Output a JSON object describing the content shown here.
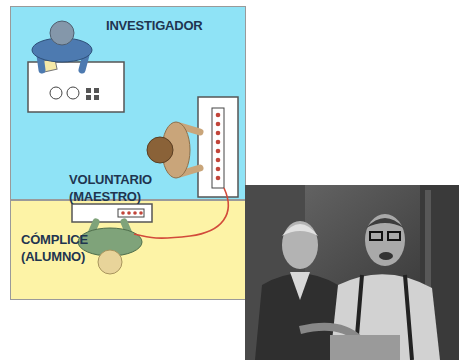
{
  "diagram": {
    "nodes": [
      {
        "text": [
          "INVESTIGADOR",
          "VOLUNTARIO (MAESTRO)"
        ]
      },
      {
        "text": [
          "CÓMPLICE (ALUMNO)"
        ]
      }
    ]
  }
}
